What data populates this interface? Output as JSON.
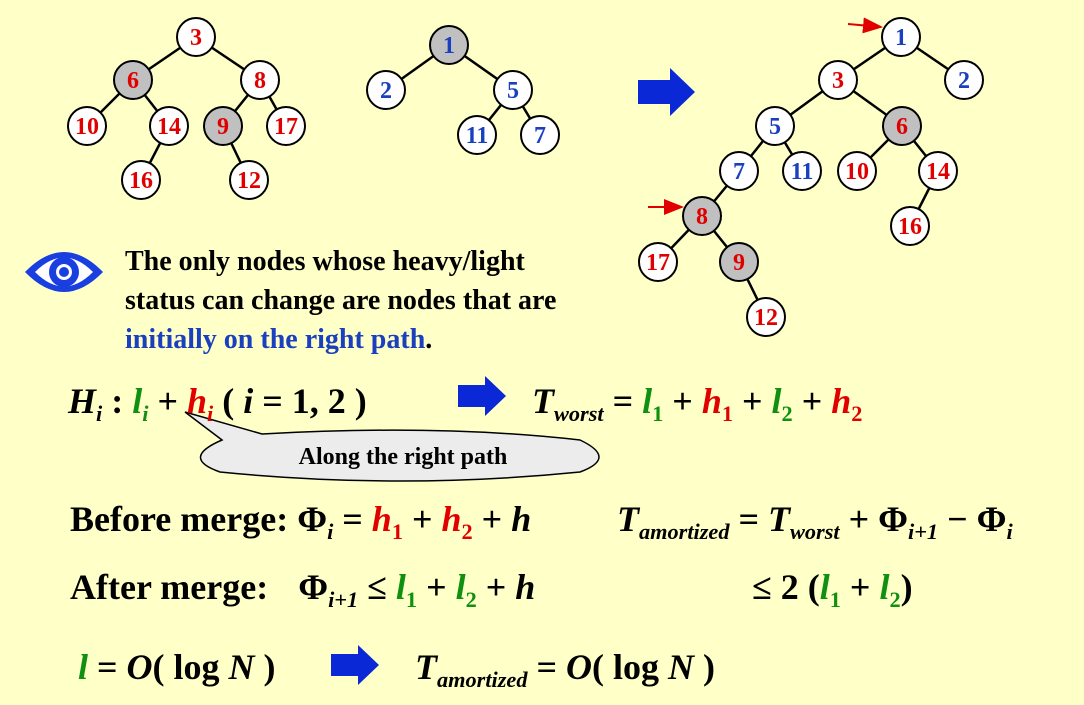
{
  "colors": {
    "red": "#e00000",
    "blue": "#1a3fbf",
    "green": "#109010",
    "heavy_fill": "#c0c0c0",
    "arrow_blue": "#0a28d6",
    "background": "#ffffc8"
  },
  "trees": [
    {
      "name": "heap1",
      "nodes": [
        {
          "id": "a3",
          "label": "3",
          "color": "red",
          "heavy": false
        },
        {
          "id": "a6",
          "label": "6",
          "color": "red",
          "heavy": true
        },
        {
          "id": "a8",
          "label": "8",
          "color": "red",
          "heavy": false
        },
        {
          "id": "a10",
          "label": "10",
          "color": "red",
          "heavy": false
        },
        {
          "id": "a14",
          "label": "14",
          "color": "red",
          "heavy": false
        },
        {
          "id": "a9",
          "label": "9",
          "color": "red",
          "heavy": true
        },
        {
          "id": "a17",
          "label": "17",
          "color": "red",
          "heavy": false
        },
        {
          "id": "a16",
          "label": "16",
          "color": "red",
          "heavy": false
        },
        {
          "id": "a12",
          "label": "12",
          "color": "red",
          "heavy": false
        }
      ],
      "edges": [
        [
          "a3",
          "a6"
        ],
        [
          "a3",
          "a8"
        ],
        [
          "a6",
          "a10"
        ],
        [
          "a6",
          "a14"
        ],
        [
          "a8",
          "a9"
        ],
        [
          "a8",
          "a17"
        ],
        [
          "a14",
          "a16"
        ],
        [
          "a9",
          "a12"
        ]
      ]
    },
    {
      "name": "heap2",
      "nodes": [
        {
          "id": "b1",
          "label": "1",
          "color": "blue",
          "heavy": true
        },
        {
          "id": "b2",
          "label": "2",
          "color": "blue",
          "heavy": false
        },
        {
          "id": "b5",
          "label": "5",
          "color": "blue",
          "heavy": false
        },
        {
          "id": "b11",
          "label": "11",
          "color": "blue",
          "heavy": false
        },
        {
          "id": "b7",
          "label": "7",
          "color": "blue",
          "heavy": false
        }
      ],
      "edges": [
        [
          "b1",
          "b2"
        ],
        [
          "b1",
          "b5"
        ],
        [
          "b5",
          "b11"
        ],
        [
          "b5",
          "b7"
        ]
      ]
    },
    {
      "name": "merged",
      "nodes": [
        {
          "id": "c1",
          "label": "1",
          "color": "blue",
          "heavy": false
        },
        {
          "id": "c3",
          "label": "3",
          "color": "red",
          "heavy": false
        },
        {
          "id": "c2",
          "label": "2",
          "color": "blue",
          "heavy": false
        },
        {
          "id": "c5",
          "label": "5",
          "color": "blue",
          "heavy": false
        },
        {
          "id": "c6",
          "label": "6",
          "color": "red",
          "heavy": true
        },
        {
          "id": "c7",
          "label": "7",
          "color": "blue",
          "heavy": false
        },
        {
          "id": "c11",
          "label": "11",
          "color": "blue",
          "heavy": false
        },
        {
          "id": "c10",
          "label": "10",
          "color": "red",
          "heavy": false
        },
        {
          "id": "c14",
          "label": "14",
          "color": "red",
          "heavy": false
        },
        {
          "id": "c8",
          "label": "8",
          "color": "red",
          "heavy": true
        },
        {
          "id": "c16",
          "label": "16",
          "color": "red",
          "heavy": false
        },
        {
          "id": "c17",
          "label": "17",
          "color": "red",
          "heavy": false
        },
        {
          "id": "c9",
          "label": "9",
          "color": "red",
          "heavy": true
        },
        {
          "id": "c12",
          "label": "12",
          "color": "red",
          "heavy": false
        }
      ],
      "edges": [
        [
          "c1",
          "c3"
        ],
        [
          "c1",
          "c2"
        ],
        [
          "c3",
          "c5"
        ],
        [
          "c3",
          "c6"
        ],
        [
          "c5",
          "c7"
        ],
        [
          "c5",
          "c11"
        ],
        [
          "c6",
          "c10"
        ],
        [
          "c6",
          "c14"
        ],
        [
          "c7",
          "c8"
        ],
        [
          "c14",
          "c16"
        ],
        [
          "c8",
          "c17"
        ],
        [
          "c8",
          "c9"
        ],
        [
          "c9",
          "c12"
        ]
      ]
    }
  ],
  "note": {
    "line1": "The only nodes whose heavy/light",
    "line2": "status can change are nodes that are",
    "line3_blue": "initially on the right path",
    "line3_end": "."
  },
  "callout": "Along the right path",
  "formulas": {
    "hi": {
      "H": "H",
      "i": "i",
      "colon": " : ",
      "l": "l",
      "plus": " + ",
      "h": "h",
      "range": " ( ",
      "i2": "i",
      "eq": " = 1, 2 )"
    },
    "tworst": {
      "T": "T",
      "sub": "worst",
      "eq": " = ",
      "l": "l",
      "one": "1",
      "p1": " + ",
      "h": "h",
      "one2": "1",
      "p2": " + ",
      "l2": "l",
      "two": "2",
      "p3": " + ",
      "h2": "h",
      "two2": "2"
    },
    "before": {
      "label": "Before merge: ",
      "phi": "Φ",
      "i": "i",
      "eq": " = ",
      "h1": "h",
      "s1": "1",
      "p1": " + ",
      "h2": "h",
      "s2": "2",
      "p2": " + ",
      "h": "h"
    },
    "tamort": {
      "T": "T",
      "sub": "amortized",
      "eq": " = ",
      "T2": "T",
      "sub2": "worst",
      "p": " + Φ",
      "s1": "i+1",
      "m": " − Φ",
      "s2": "i"
    },
    "after": {
      "label": "After merge:",
      "phi": "Φ",
      "sub": "i+1",
      "le": " ≤ ",
      "l1": "l",
      "s1": "1",
      "p1": " + ",
      "l2": "l",
      "s2": "2",
      "p2": " + ",
      "h": "h"
    },
    "bound": {
      "le": "≤ 2 (",
      "l1": "l",
      "s1": "1",
      "p": " + ",
      "l2": "l",
      "s2": "2",
      "close": ")"
    },
    "final": {
      "l": "l",
      "eq": " = ",
      "O": "O",
      "log": "( log ",
      "N": "N",
      "close": " )",
      "T": "T",
      "sub": "amortized",
      "eq2": " = ",
      "O2": "O",
      "log2": "( log ",
      "N2": "N",
      "close2": " )"
    }
  }
}
